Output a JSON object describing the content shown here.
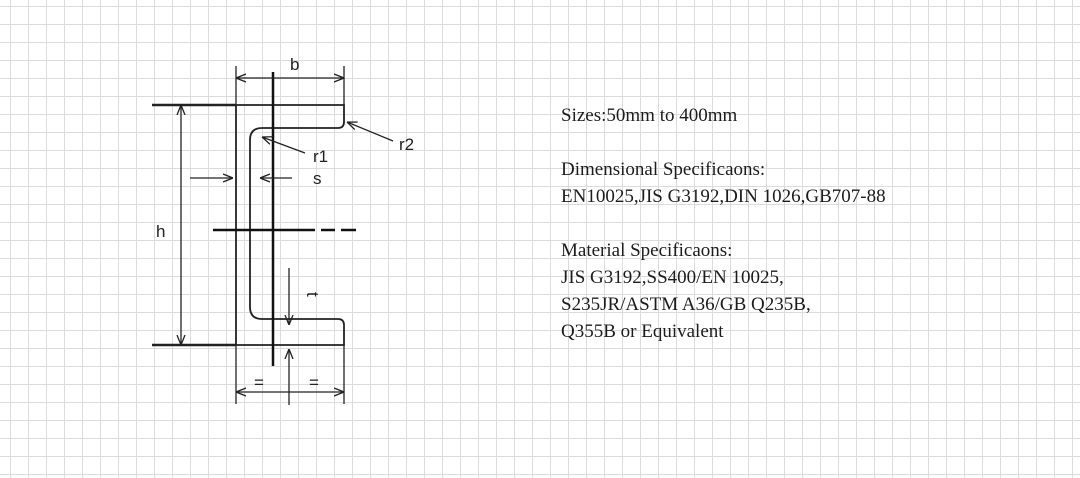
{
  "diagram": {
    "labels": {
      "b": "b",
      "h": "h",
      "s": "s",
      "t": "t",
      "r1": "r1",
      "r2": "r2",
      "equal_left": "=",
      "equal_right": "="
    }
  },
  "specs": {
    "sizes": "Sizes:50mm to 400mm",
    "dimensional_title": "Dimensional Specificaons:",
    "dimensional_value": "EN10025,JIS G3192,DIN 1026,GB707-88",
    "material_title": "Material Specificaons:",
    "material_lines": [
      "JIS G3192,SS400/EN 10025,",
      "S235JR/ASTM A36/GB Q235B,",
      "Q355B or Equivalent"
    ]
  }
}
